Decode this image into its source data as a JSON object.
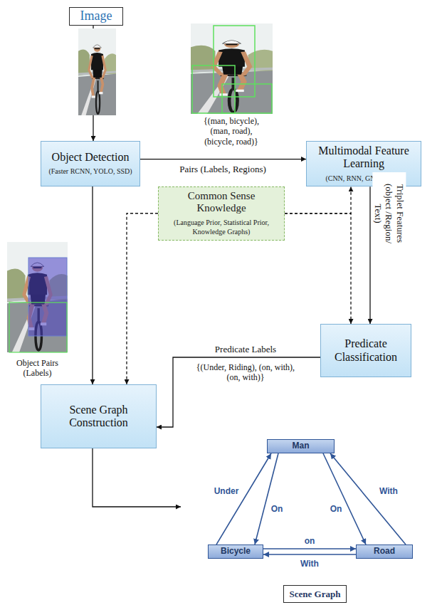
{
  "diagram": {
    "nodes": [
      {
        "text": [
          "Image"
        ]
      },
      {
        "text": [
          "Object Detection",
          "(Faster RCNN, YOLO, SSD)"
        ]
      },
      {
        "text": [
          "Multimodal Feature Learning",
          "(CNN, RNN, GNN, DQN)"
        ]
      },
      {
        "text": [
          "Common Sense Knowledge",
          "(Language Prior, Statistical Prior, Knowledge Graphs)"
        ]
      },
      {
        "text": [
          "Predicate Classification"
        ]
      },
      {
        "text": [
          "Scene Graph Construction"
        ]
      },
      {
        "text": [
          "Man"
        ]
      },
      {
        "text": [
          "Bicycle"
        ]
      },
      {
        "text": [
          "Road"
        ]
      },
      {
        "text": [
          "Scene Graph"
        ]
      }
    ],
    "edges": [
      {
        "from": 0,
        "to": 1,
        "arrow": "to"
      },
      {
        "from": 1,
        "to": 2,
        "label": "Pairs (Labels, Regions)",
        "arrow": "to"
      },
      {
        "from": 1,
        "to": 5,
        "arrow": "to"
      },
      {
        "from": 2,
        "to": 4,
        "label": "Triplet Features (object /Region/ Text)",
        "arrow": "to"
      },
      {
        "from": 3,
        "to": 2,
        "arrow": "to"
      },
      {
        "from": 3,
        "to": 4,
        "arrow": "to"
      },
      {
        "from": 3,
        "to": 5,
        "arrow": "to"
      },
      {
        "from": 4,
        "to": 5,
        "label": "Predicate Labels",
        "arrow": "to"
      },
      {
        "from": 7,
        "to": 6,
        "label": "Under",
        "arrow": "to"
      },
      {
        "from": 6,
        "to": 7,
        "label": "On",
        "arrow": "to"
      },
      {
        "from": 6,
        "to": 8,
        "label": "On",
        "arrow": "to"
      },
      {
        "from": 8,
        "to": 6,
        "label": "With",
        "arrow": "to"
      },
      {
        "from": 7,
        "to": 8,
        "label": "on",
        "arrow": "to"
      },
      {
        "from": 8,
        "to": 7,
        "label": "With",
        "arrow": "to"
      }
    ],
    "labels": [
      "{(man, bicycle), (man, road), (bicycle, road)}",
      "Object Pairs (Labels)",
      "{(Under, Riding), (on, with), (on, with)}"
    ]
  }
}
